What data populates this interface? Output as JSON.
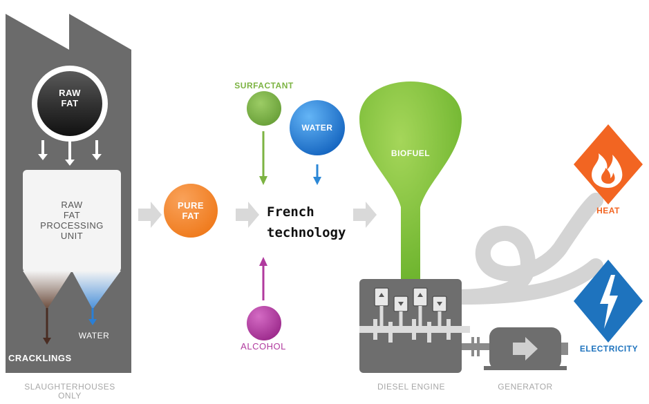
{
  "factory": {
    "raw_fat": [
      "RAW",
      "FAT"
    ],
    "unit": [
      "RAW",
      "FAT",
      "PROCESSING",
      "UNIT"
    ],
    "water": "WATER",
    "cracklings": "CRACKLINGS",
    "caption": [
      "SLAUGHTERHOUSES",
      "ONLY"
    ]
  },
  "pure_fat": [
    "PURE",
    "FAT"
  ],
  "surfactant": "SURFACTANT",
  "water_ball": "WATER",
  "technology": [
    "French",
    "technology"
  ],
  "alcohol": "ALCOHOL",
  "biofuel": "BIOFUEL",
  "heat": "HEAT",
  "electricity": "ELECTRICITY",
  "diesel_engine": "DIESEL ENGINE",
  "generator": "GENERATOR",
  "colors": {
    "factory": "#6b6b6b",
    "pure_fat": "#f07d22",
    "surfactant": "#7cb342",
    "water": "#1e88e5",
    "alcohol": "#b03a9e",
    "biofuel": "#7dc242",
    "heat": "#f26522",
    "electricity": "#1e73be",
    "arrow": "#d9d9d9"
  }
}
